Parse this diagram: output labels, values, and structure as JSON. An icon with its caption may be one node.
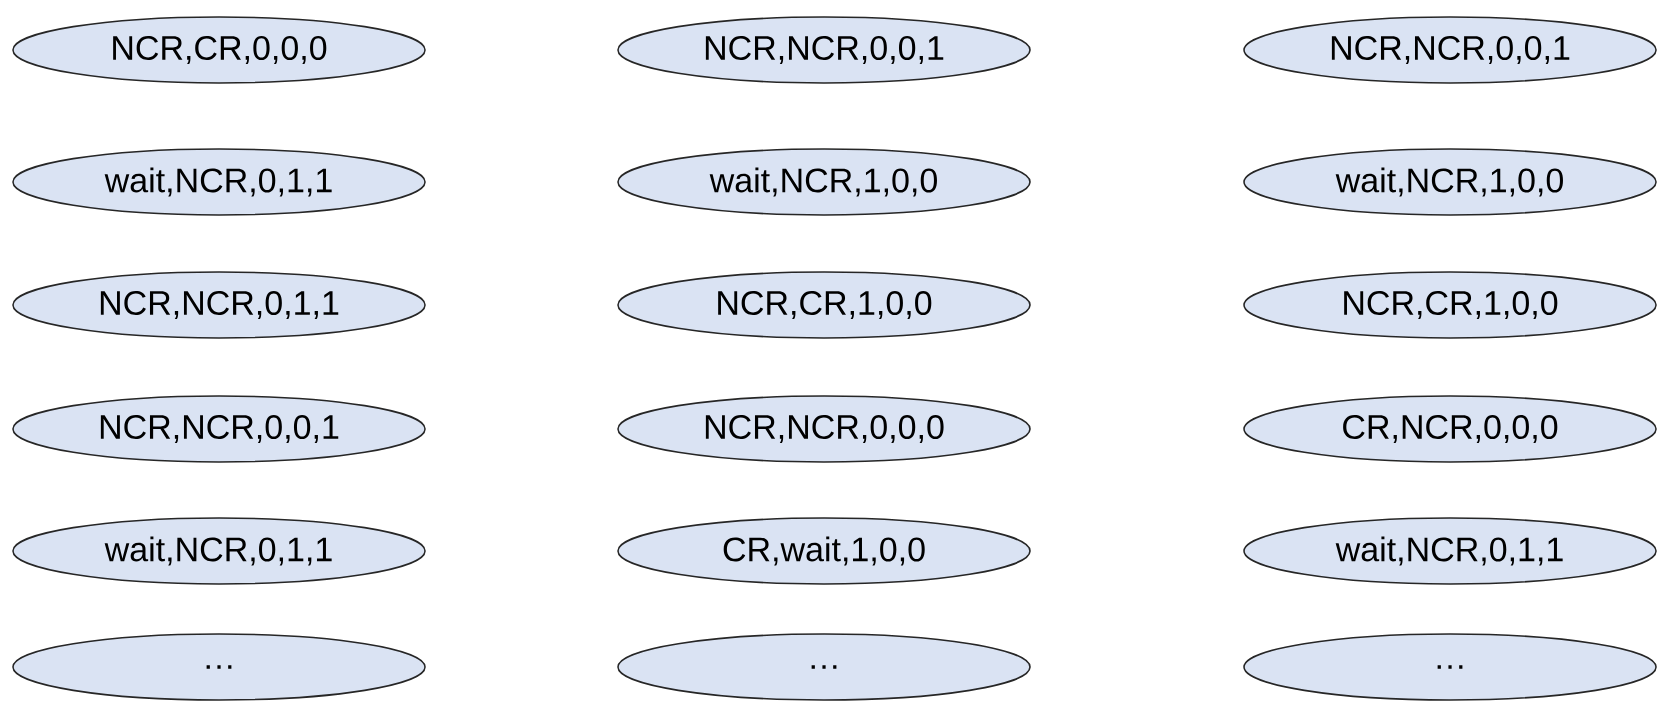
{
  "diagram": {
    "nodes": [
      {
        "text": [
          "NCR,CR,0,0,0"
        ]
      },
      {
        "text": [
          "NCR,NCR,0,0,1"
        ]
      },
      {
        "text": [
          "NCR,NCR,0,0,1"
        ]
      },
      {
        "text": [
          "wait,NCR,0,1,1"
        ]
      },
      {
        "text": [
          "wait,NCR,1,0,0"
        ]
      },
      {
        "text": [
          "wait,NCR,1,0,0"
        ]
      },
      {
        "text": [
          "NCR,NCR,0,1,1"
        ]
      },
      {
        "text": [
          "NCR,CR,1,0,0"
        ]
      },
      {
        "text": [
          "NCR,CR,1,0,0"
        ]
      },
      {
        "text": [
          "NCR,NCR,0,0,1"
        ]
      },
      {
        "text": [
          "NCR,NCR,0,0,0"
        ]
      },
      {
        "text": [
          "CR,NCR,0,0,0"
        ]
      },
      {
        "text": [
          "wait,NCR,0,1,1"
        ]
      },
      {
        "text": [
          "CR,wait,1,0,0"
        ]
      },
      {
        "text": [
          "wait,NCR,0,1,1"
        ]
      },
      {
        "text": [
          "…"
        ]
      },
      {
        "text": [
          "…"
        ]
      },
      {
        "text": [
          "…"
        ]
      }
    ]
  }
}
